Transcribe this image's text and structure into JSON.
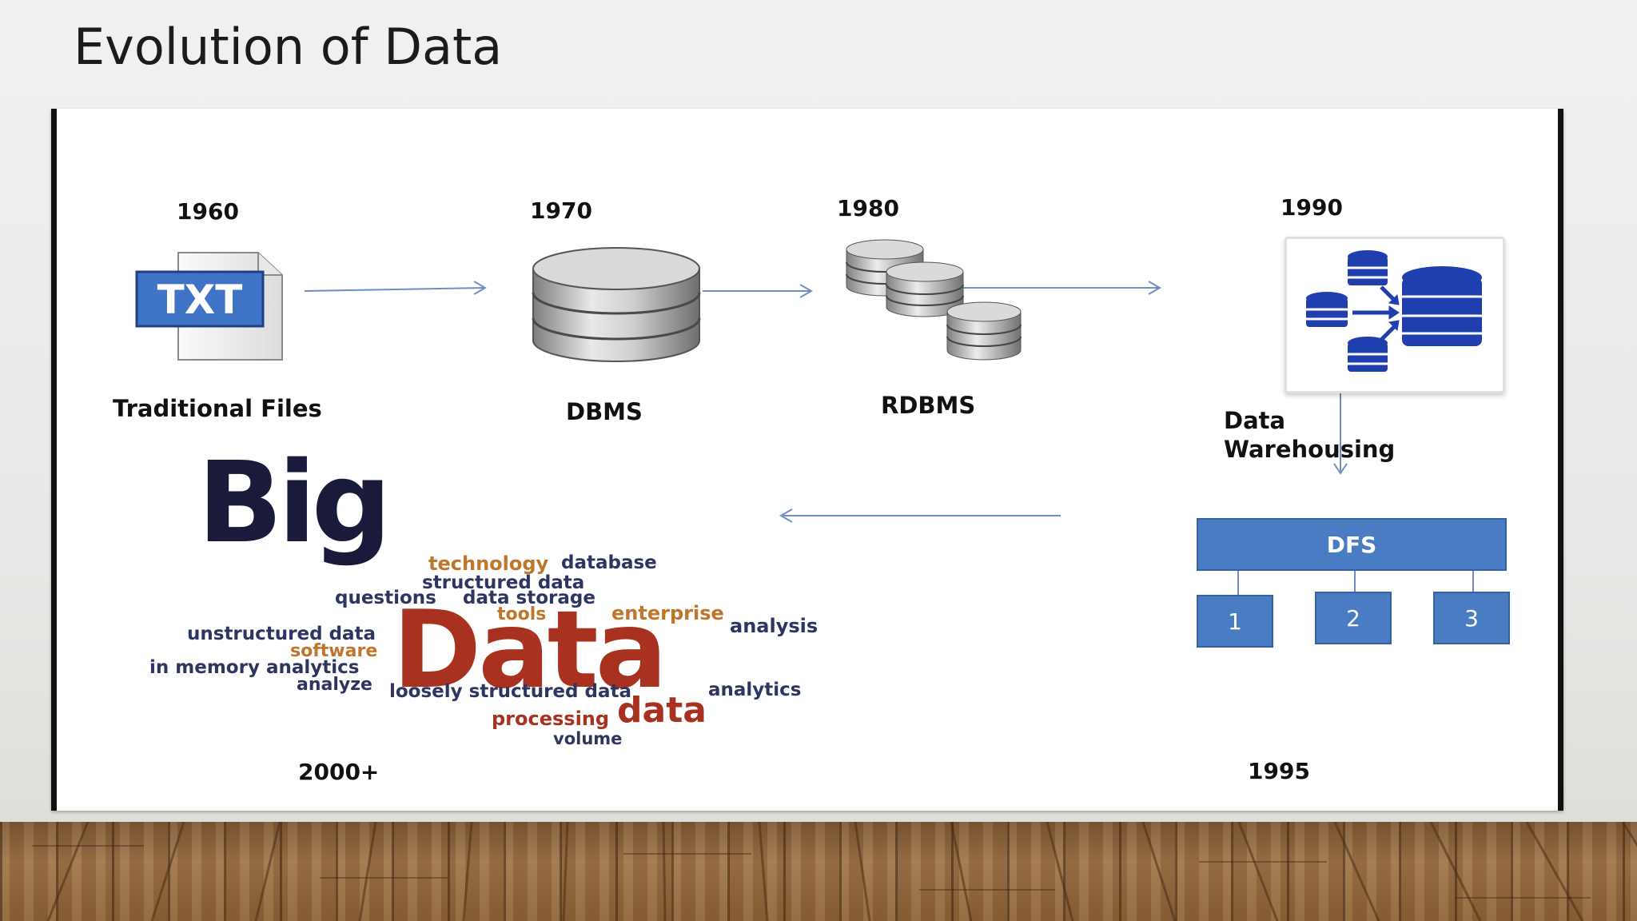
{
  "slide": {
    "title": "Evolution of Data"
  },
  "colors": {
    "dfs_blue": "#4a7cc4",
    "dark_navy": "#1a1a3a",
    "data_red": "#a8321f",
    "word_orange": "#c0762a",
    "word_navy": "#2e3560",
    "icon_blue": "#1f3fae"
  },
  "stages": [
    {
      "year": "1960",
      "label": "Traditional Files",
      "icon": "txt-file-icon",
      "icon_text": "TXT"
    },
    {
      "year": "1970",
      "label": "DBMS",
      "icon": "database-icon"
    },
    {
      "year": "1980",
      "label": "RDBMS",
      "icon": "multiple-databases-icon"
    },
    {
      "year": "1990",
      "label_line1": "Data",
      "label_line2": "Warehousing",
      "icon": "data-warehouse-icon"
    },
    {
      "year": "1995",
      "label": "DFS",
      "nodes": [
        "1",
        "2",
        "3"
      ]
    },
    {
      "year": "2000+"
    }
  ],
  "word_cloud": {
    "big": "Big",
    "data": "Data",
    "words": [
      "technology",
      "database",
      "structured data",
      "questions",
      "data storage",
      "tools",
      "enterprise",
      "analysis",
      "unstructured data",
      "software",
      "in memory analytics",
      "analyze",
      "loosely structured data",
      "analytics",
      "processing",
      "data",
      "volume"
    ]
  }
}
